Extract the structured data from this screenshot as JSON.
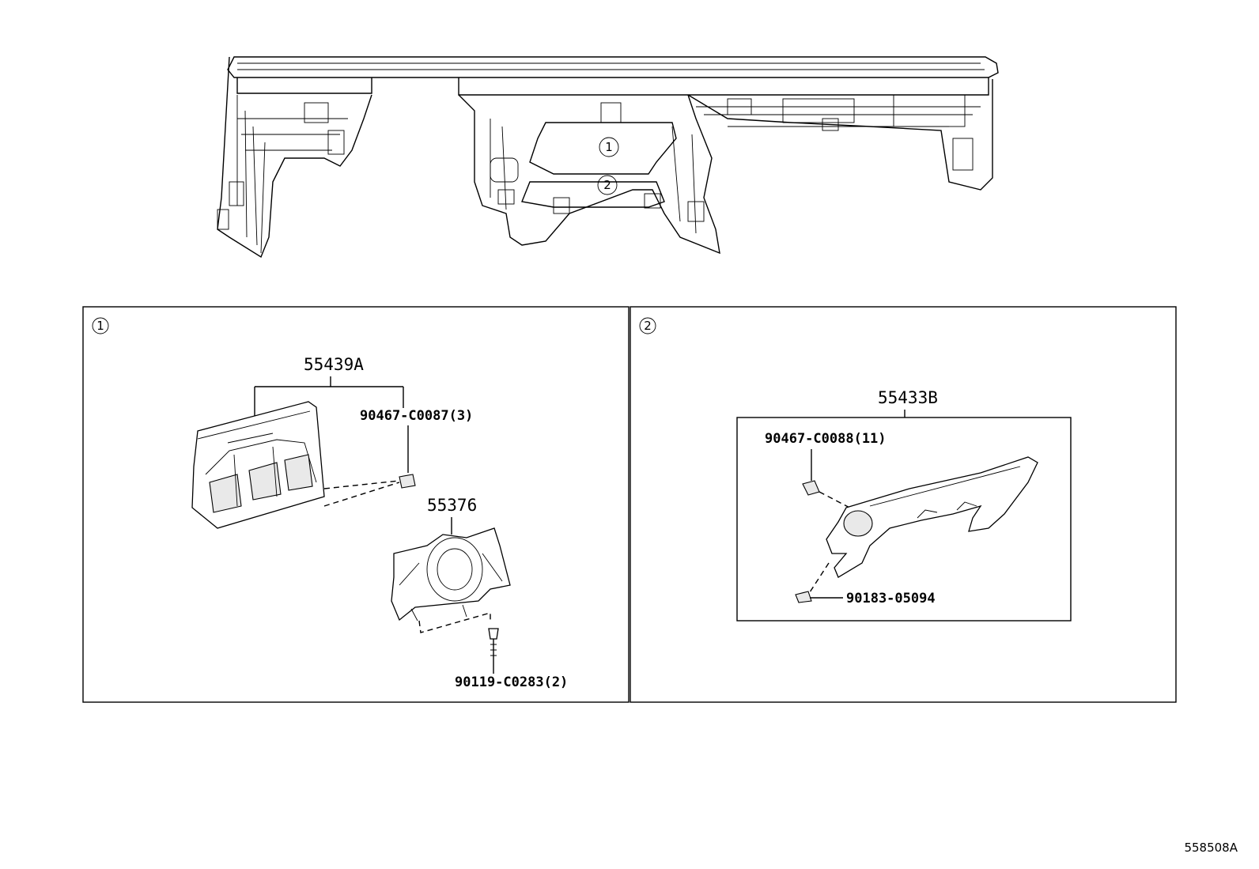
{
  "overview": {
    "callouts": [
      "1",
      "2"
    ]
  },
  "panel1": {
    "badge": "1",
    "labels": {
      "bracket": "55439A",
      "clip": "90467-C0087(3)",
      "support": "55376",
      "bolt": "90119-C0283(2)"
    }
  },
  "panel2": {
    "badge": "2",
    "labels": {
      "assembly": "55433B",
      "clip": "90467-C0088(11)",
      "screw": "90183-05094"
    }
  },
  "footer": {
    "code": "558508A"
  }
}
